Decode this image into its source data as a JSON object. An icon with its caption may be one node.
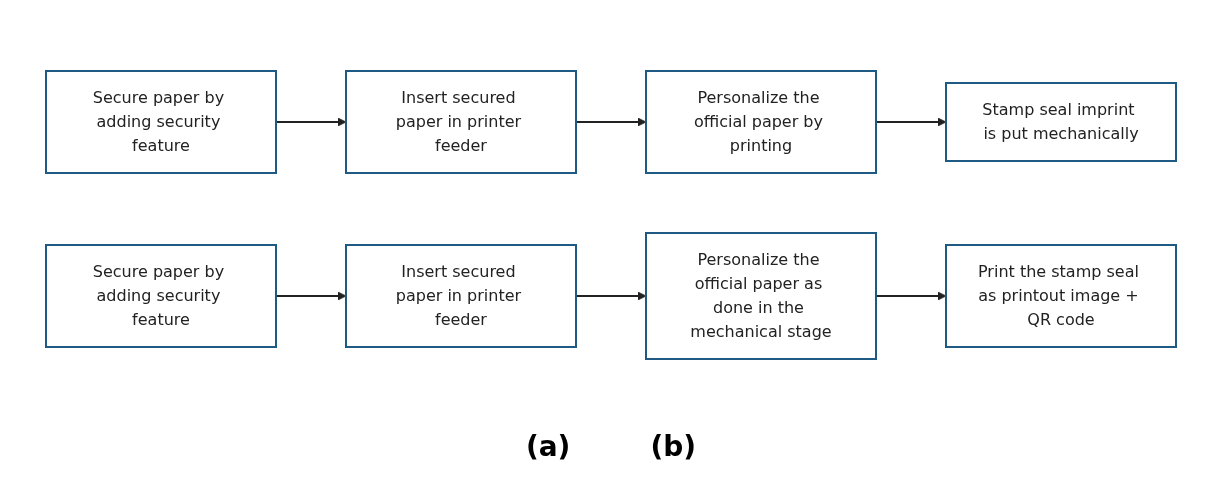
{
  "diagram": {
    "nodes": [
      {
        "text": [
          "Secure paper by adding security feature"
        ]
      },
      {
        "text": [
          "Insert secured paper in printer feeder"
        ]
      },
      {
        "text": [
          "Personalize the official paper by printing"
        ]
      },
      {
        "text": [
          "Stamp seal imprint is put mechanically"
        ]
      },
      {
        "text": [
          "Secure paper by adding security feature"
        ]
      },
      {
        "text": [
          "Insert secured paper in printer feeder"
        ]
      },
      {
        "text": [
          "Personalize the official paper as done in the mechanical stage"
        ]
      },
      {
        "text": [
          "Print the stamp seal as printout image + QR code"
        ]
      }
    ],
    "edges": [
      {
        "from": 0,
        "to": 1,
        "arrow": "to"
      },
      {
        "from": 1,
        "to": 2,
        "arrow": "to"
      },
      {
        "from": 2,
        "to": 3,
        "arrow": "to"
      },
      {
        "from": 4,
        "to": 5,
        "arrow": "to"
      },
      {
        "from": 5,
        "to": 6,
        "arrow": "to"
      },
      {
        "from": 6,
        "to": 7,
        "arrow": "to"
      }
    ],
    "labels": [
      "(a)",
      "(b)"
    ]
  }
}
